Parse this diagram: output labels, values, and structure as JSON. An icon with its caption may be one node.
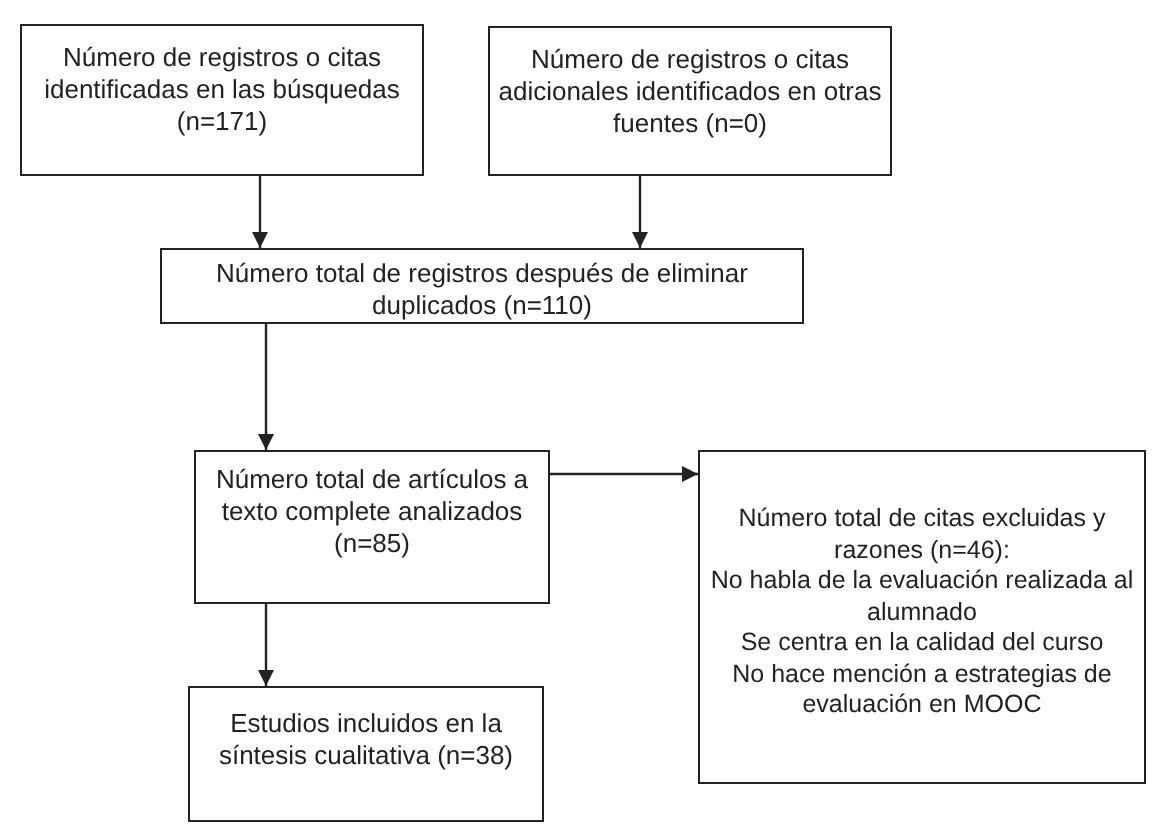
{
  "diagram": {
    "nodes": [
      {
        "text": [
          "Número de registros o citas identificadas en las búsquedas (n=171)"
        ]
      },
      {
        "text": [
          "Número de registros o citas adicionales identificados en otras fuentes (n=0)"
        ]
      },
      {
        "text": [
          "Número total de registros después de eliminar duplicados (n=110)"
        ]
      },
      {
        "text": [
          "Número total de artículos a texto complete analizados (n=85)"
        ]
      },
      {
        "text": [
          "Número total de citas excluidas y razones (n=46):",
          "No habla de la evaluación realizada al alumnado",
          "Se centra en la calidad del curso",
          "No hace mención a estrategias de evaluación en MOOC"
        ]
      },
      {
        "text": [
          "Estudios incluidos en la síntesis cualitativa (n=38)"
        ]
      }
    ],
    "edges": [
      {
        "from": 0,
        "to": 2,
        "arrow": "to"
      },
      {
        "from": 1,
        "to": 2,
        "arrow": "to"
      },
      {
        "from": 2,
        "to": 3,
        "arrow": "to"
      },
      {
        "from": 3,
        "to": 4,
        "arrow": "to"
      },
      {
        "from": 3,
        "to": 5,
        "arrow": "to"
      }
    ]
  }
}
